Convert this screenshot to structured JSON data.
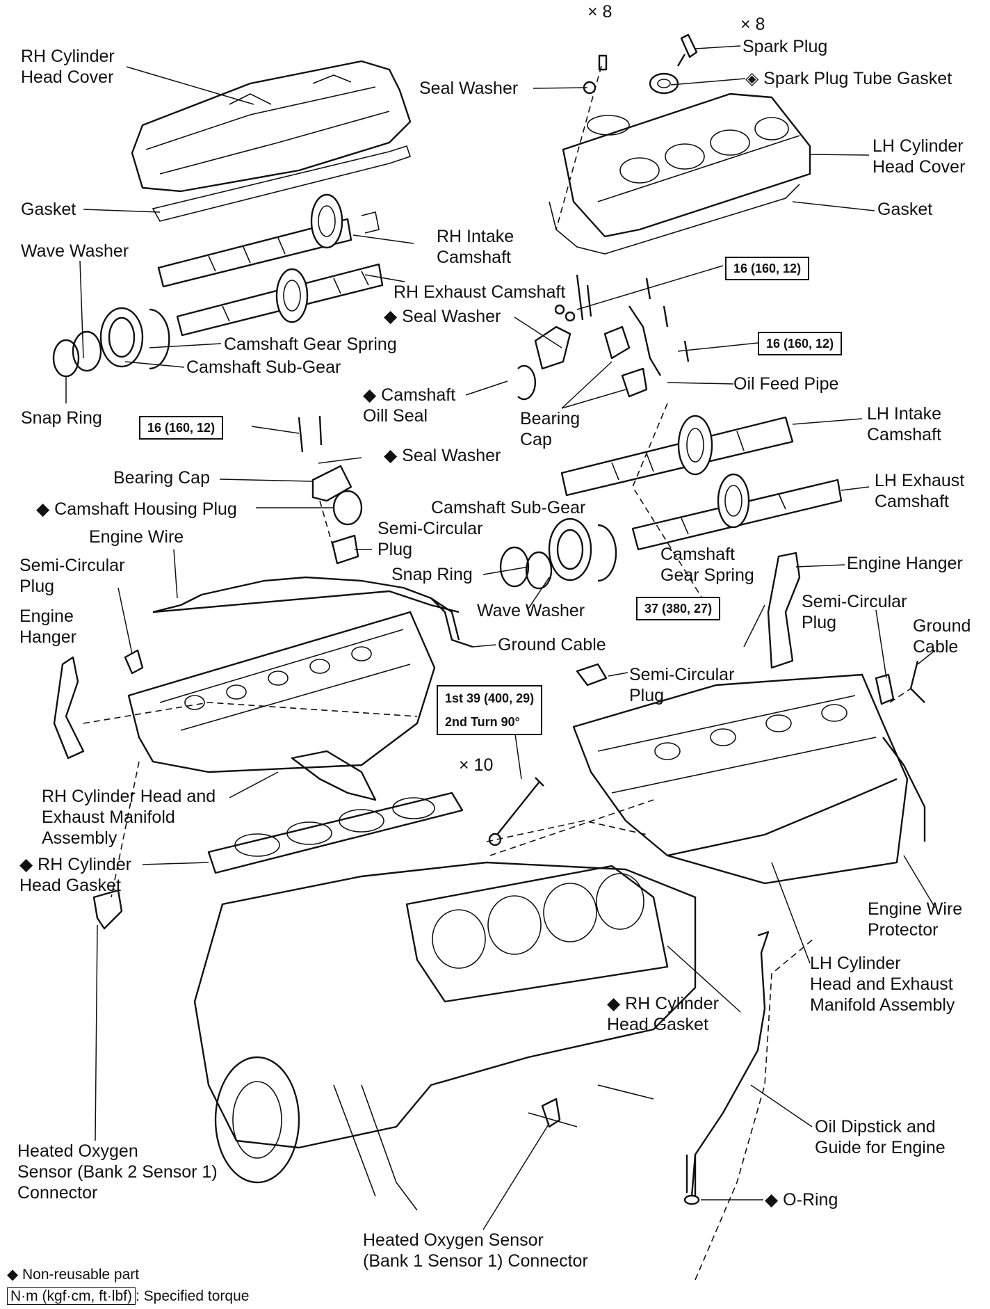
{
  "labels": {
    "rh_cyl_head_cover": [
      "RH Cylinder",
      "Head Cover"
    ],
    "gasket_rh": "Gasket",
    "wave_washer_rh": "Wave Washer",
    "rh_intake_camshaft": [
      "RH Intake",
      "Camshaft"
    ],
    "rh_exhaust_camshaft": "RH Exhaust Camshaft",
    "camshaft_gear_spring_rh": "Camshaft Gear Spring",
    "camshaft_sub_gear_rh": "Camshaft Sub-Gear",
    "snap_ring_rh": "Snap Ring",
    "x8_a": "× 8",
    "x8_b": "× 8",
    "spark_plug": "Spark Plug",
    "seal_washer_top": "Seal Washer",
    "spark_plug_tube_gasket": "◈ Spark Plug Tube Gasket",
    "lh_cyl_head_cover": [
      "LH Cylinder",
      "Head Cover"
    ],
    "gasket_lh": "Gasket",
    "seal_washer_mid": "◆ Seal Washer",
    "camshaft_oil_seal": [
      "◆ Camshaft",
      "Oill Seal"
    ],
    "bearing_cap_mid": [
      "Bearing",
      "Cap"
    ],
    "oil_feed_pipe": "Oil Feed Pipe",
    "lh_intake_camshaft": [
      "LH Intake",
      "Camshaft"
    ],
    "seal_washer_low": "◆ Seal Washer",
    "bearing_cap_low": "Bearing Cap",
    "camshaft_housing_plug": "◆ Camshaft Housing Plug",
    "engine_wire": "Engine Wire",
    "semi_circular_plug_a": [
      "Semi-Circular",
      "Plug"
    ],
    "semi_circular_plug_b": [
      "Semi-Circular",
      "Plug"
    ],
    "camshaft_sub_gear_lh": "Camshaft Sub-Gear",
    "lh_exhaust_camshaft": [
      "LH Exhaust",
      "Camshaft"
    ],
    "snap_ring_lh": "Snap Ring",
    "camshaft_gear_spring_lh": [
      "Camshaft",
      "Gear Spring"
    ],
    "engine_hanger_rh": "Engine Hanger",
    "engine_hanger_lh": [
      "Engine",
      "Hanger"
    ],
    "wave_washer_lh": "Wave Washer",
    "semi_circular_plug_c": [
      "Semi-Circular",
      "Plug"
    ],
    "ground_cable_rh": "Ground Cable",
    "ground_cable_lh": [
      "Ground",
      "Cable"
    ],
    "semi_circular_plug_d": [
      "Semi-Circular",
      "Plug"
    ],
    "x10": "× 10",
    "rh_cyl_head_exh_manifold": [
      "RH Cylinder Head and",
      "Exhaust Manifold",
      "Assembly"
    ],
    "rh_cyl_head_gasket_a": [
      "◆ RH Cylinder",
      "Head Gasket"
    ],
    "engine_wire_protector": [
      "Engine Wire",
      "Protector"
    ],
    "lh_cyl_head_exh_manifold": [
      "LH Cylinder",
      "Head and Exhaust",
      "Manifold Assembly"
    ],
    "rh_cyl_head_gasket_b": [
      "◆ RH Cylinder",
      "Head Gasket"
    ],
    "oil_dipstick": [
      "Oil Dipstick and",
      "Guide for Engine"
    ],
    "o_ring": "◆ O-Ring",
    "ho2_bank2": [
      "Heated Oxygen",
      "Sensor (Bank 2 Sensor 1)",
      "Connector"
    ],
    "ho2_bank1": [
      "Heated Oxygen Sensor",
      "(Bank 1 Sensor 1) Connector"
    ]
  },
  "torque_boxes": {
    "t1": "16 (160, 12)",
    "t2": "16 (160, 12)",
    "t3": "16 (160, 12)",
    "t4": "37 (380, 27)",
    "t5": [
      "1st 39 (400, 29)",
      "2nd Turn 90°"
    ]
  },
  "legend": {
    "non_reusable": "◆ Non-reusable part",
    "torque_unit": "N·m (kgf·cm, ft·lbf)",
    "torque_desc": ": Specified torque"
  }
}
